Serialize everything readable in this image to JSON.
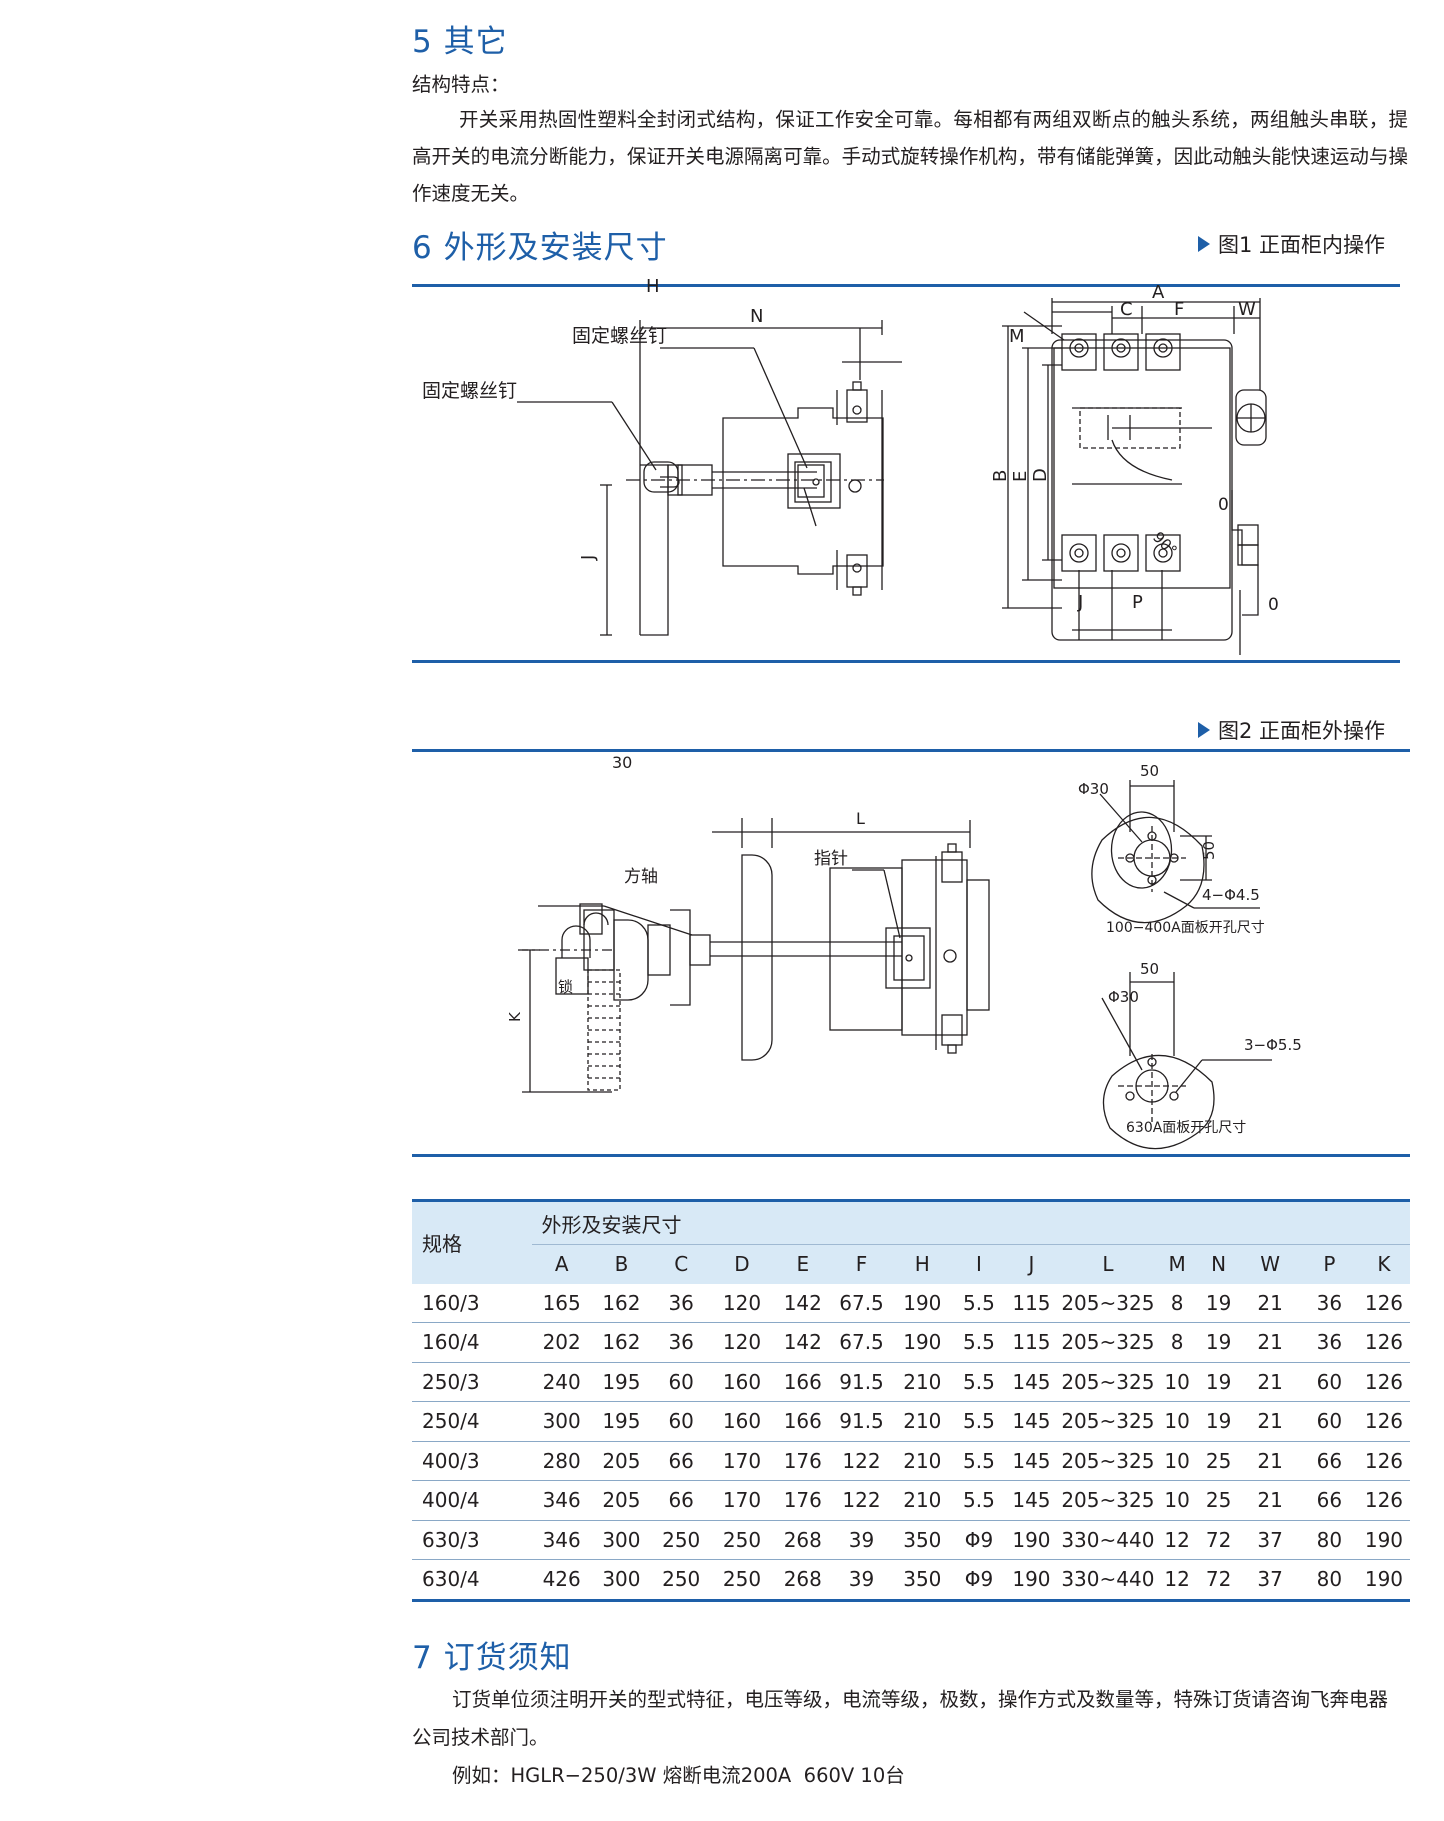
{
  "section5": {
    "title": "5 其它",
    "subtitle": "结构特点：",
    "paragraph": "开关采用热固性塑料全封闭式结构，保证工作安全可靠。每相都有两组双断点的触头系统，两组触头串联，提高开关的电流分断能力，保证开关电源隔离可靠。手动式旋转操作机构，带有储能弹簧，因此动触头能快速运动与操作速度无关。"
  },
  "section6": {
    "title": "6 外形及安装尺寸",
    "fig1_label": "图1 正面柜内操作",
    "fig2_label": "图2 正面柜外操作",
    "fig1": {
      "dim_H": "H",
      "dim_N": "N",
      "screw1": "固定螺丝钉",
      "screw2": "固定螺丝钉",
      "dim_J": "J",
      "dim_M": "M",
      "dim_A": "A",
      "dim_C": "C",
      "dim_F": "F",
      "dim_W": "W",
      "dim_B": "B",
      "dim_E": "E",
      "dim_D": "D",
      "angle": "90°",
      "zero1": "0",
      "zero2": "0",
      "dim_J2": "J",
      "dim_P": "P"
    },
    "fig2": {
      "dim_30": "30",
      "dim_L": "L",
      "pointer": "指针",
      "shaft": "方轴",
      "lock": "锁",
      "dim_K": "K",
      "p1_phi30": "Φ30",
      "p1_50a": "50",
      "p1_50b": "50",
      "p1_holes": "4−Φ4.5",
      "p1_caption": "100−400A面板开孔尺寸",
      "p2_phi30": "Φ30",
      "p2_50": "50",
      "p2_holes": "3−Φ5.5",
      "p2_caption": "630A面板开孔尺寸"
    }
  },
  "table": {
    "spec_header": "规格",
    "group_header": "外形及安装尺寸",
    "columns": [
      "A",
      "B",
      "C",
      "D",
      "E",
      "F",
      "H",
      "I",
      "J",
      "L",
      "M",
      "N",
      "W",
      "P",
      "K"
    ],
    "rows": [
      [
        "160/3",
        "165",
        "162",
        "36",
        "120",
        "142",
        "67.5",
        "190",
        "5.5",
        "115",
        "205~325",
        "8",
        "19",
        "21",
        "36",
        "126"
      ],
      [
        "160/4",
        "202",
        "162",
        "36",
        "120",
        "142",
        "67.5",
        "190",
        "5.5",
        "115",
        "205~325",
        "8",
        "19",
        "21",
        "36",
        "126"
      ],
      [
        "250/3",
        "240",
        "195",
        "60",
        "160",
        "166",
        "91.5",
        "210",
        "5.5",
        "145",
        "205~325",
        "10",
        "19",
        "21",
        "60",
        "126"
      ],
      [
        "250/4",
        "300",
        "195",
        "60",
        "160",
        "166",
        "91.5",
        "210",
        "5.5",
        "145",
        "205~325",
        "10",
        "19",
        "21",
        "60",
        "126"
      ],
      [
        "400/3",
        "280",
        "205",
        "66",
        "170",
        "176",
        "122",
        "210",
        "5.5",
        "145",
        "205~325",
        "10",
        "25",
        "21",
        "66",
        "126"
      ],
      [
        "400/4",
        "346",
        "205",
        "66",
        "170",
        "176",
        "122",
        "210",
        "5.5",
        "145",
        "205~325",
        "10",
        "25",
        "21",
        "66",
        "126"
      ],
      [
        "630/3",
        "346",
        "300",
        "250",
        "250",
        "268",
        "39",
        "350",
        "Φ9",
        "190",
        "330~440",
        "12",
        "72",
        "37",
        "80",
        "190"
      ],
      [
        "630/4",
        "426",
        "300",
        "250",
        "250",
        "268",
        "39",
        "350",
        "Φ9",
        "190",
        "330~440",
        "12",
        "72",
        "37",
        "80",
        "190"
      ]
    ]
  },
  "section7": {
    "title": "7 订货须知",
    "paragraph": "订货单位须注明开关的型式特征，电压等级，电流等级，极数，操作方式及数量等，特殊订货请咨询飞奔电器公司技术部门。",
    "example": "例如：HGLR−250/3W 熔断电流200A  660V 10台"
  },
  "colors": {
    "accent": "#1e5fa8",
    "header_bg": "#d8e9f6",
    "text": "#231f20"
  }
}
